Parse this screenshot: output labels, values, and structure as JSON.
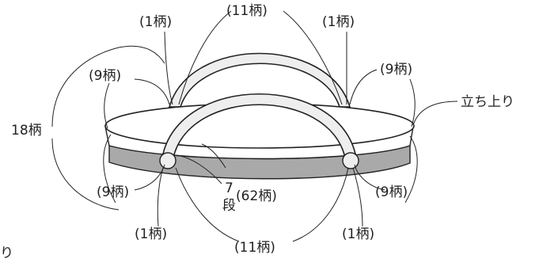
{
  "labels": {
    "top_left_1": "(1柄)",
    "top_center_11": "(11柄)",
    "top_right_1": "(1柄)",
    "mid_left_9": "(9柄)",
    "mid_right_9": "(9柄)",
    "left_18": "18柄",
    "rise": "立ち上り",
    "bot_left_9": "(9柄)",
    "center_7": "7",
    "center_dan": "段",
    "center_62": "(62柄)",
    "bot_right_9": "(9柄)",
    "bottom_left_1": "(1柄)",
    "bottom_center_11": "(11柄)",
    "bottom_right_1": "(1柄)",
    "edge_fragment": "り"
  },
  "colors": {
    "line": "#222222",
    "band_gray": "#a9a9a9",
    "handle_fill": "#eeeeee",
    "background": "#ffffff"
  }
}
